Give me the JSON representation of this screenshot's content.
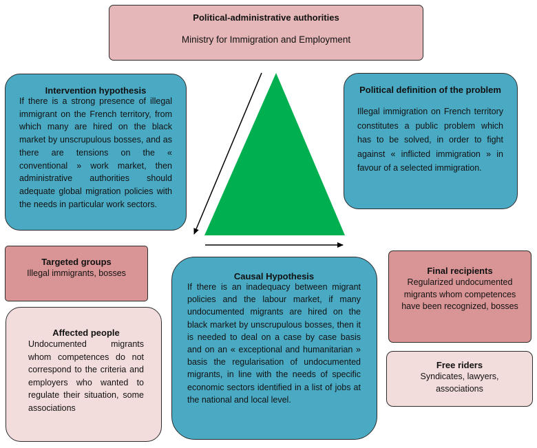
{
  "authorities": {
    "title": "Political-administrative authorities",
    "subtitle": "Ministry for Immigration and Employment"
  },
  "intervention": {
    "title": "Intervention hypothesis",
    "text": "If there is a strong presence of illegal immigrant on the French territory, from which many are hired on the black market by unscrupulous bosses, and as there are tensions on the « conventional » work market, then administrative authorities should adequate global migration policies with the needs in particular work sectors."
  },
  "political_definition": {
    "title": "Political definition of the problem",
    "text": "Illegal immigration on French territory constitutes a public problem which has to be solved, in order to fight against « inflicted immigration » in favour of a selected immigration."
  },
  "targeted": {
    "title": "Targeted groups",
    "text": "Illegal immigrants, bosses"
  },
  "affected": {
    "title": "Affected people",
    "text": "Undocumented migrants whom competences do not correspond to the criteria and employers who wanted to regulate their situation, some associations"
  },
  "causal": {
    "title": "Causal Hypothesis",
    "text": "If there is an inadequacy between migrant policies and the labour market, if many undocumented migrants are hired on the black market by unscrupulous bosses, then it is needed to deal on a case by case basis and on an « exceptional and humanitarian » basis the regularisation of undocumented migrants, in line with the needs of specific economic sectors identified in a list of jobs at the national and local level."
  },
  "final": {
    "title": "Final recipients",
    "text": "Regularized undocumented migrants whom competences have been recognized, bosses"
  },
  "free_riders": {
    "title": "Free riders",
    "text": "Syndicates, lawyers, associations"
  },
  "colors": {
    "triangle": "#00b050",
    "teal": "#4aaac4",
    "rose": "#d99595",
    "pink": "#e6b7b8",
    "light": "#f3dcdc"
  }
}
